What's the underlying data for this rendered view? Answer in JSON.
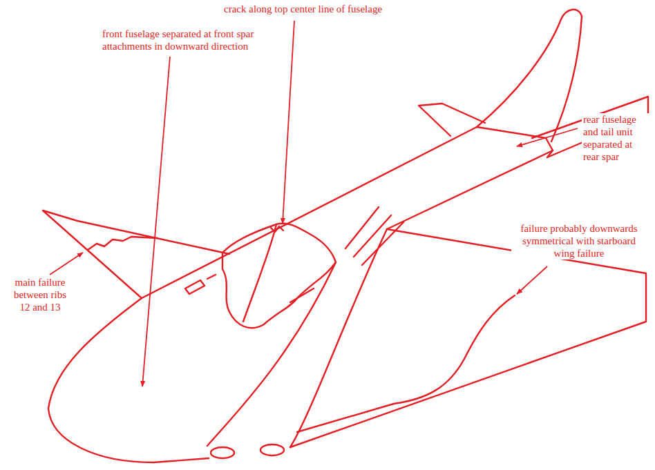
{
  "diagram": {
    "labels": [
      "crack along top center line of fuselage",
      "front fuselage separated at front spar attachments in downward direction",
      "rear fuselage and tail unit separated at rear spar",
      "failure probably downwards symmetrical with starboard wing failure",
      "main failure between ribs 12 and 13"
    ]
  }
}
